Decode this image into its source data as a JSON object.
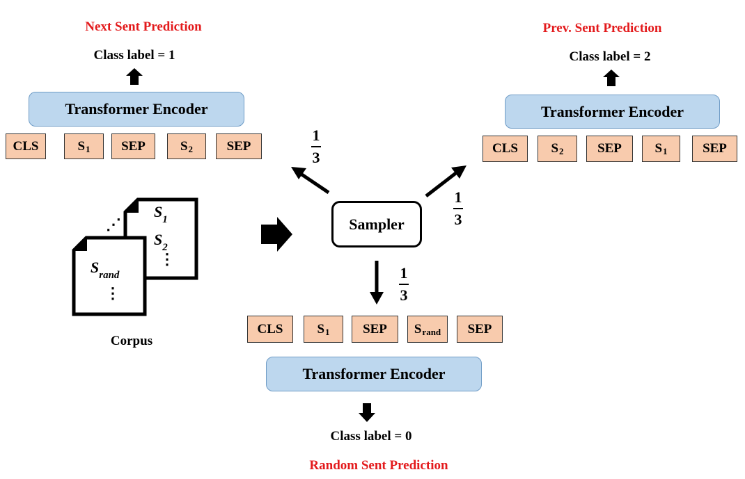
{
  "titles": {
    "next": "Next Sent Prediction",
    "prev": "Prev. Sent Prediction",
    "random": "Random Sent Prediction"
  },
  "class_labels": {
    "next": "Class label = 1",
    "prev": "Class label = 2",
    "random": "Class label = 0"
  },
  "encoder_label": "Transformer Encoder",
  "sampler_label": "Sampler",
  "corpus_label": "Corpus",
  "fraction": {
    "numerator": "1",
    "denominator": "3"
  },
  "tokens": {
    "next": [
      {
        "main": "CLS",
        "sub": ""
      },
      {
        "main": "S",
        "sub": "1"
      },
      {
        "main": "SEP",
        "sub": ""
      },
      {
        "main": "S",
        "sub": "2"
      },
      {
        "main": "SEP",
        "sub": ""
      }
    ],
    "prev": [
      {
        "main": "CLS",
        "sub": ""
      },
      {
        "main": "S",
        "sub": "2"
      },
      {
        "main": "SEP",
        "sub": ""
      },
      {
        "main": "S",
        "sub": "1"
      },
      {
        "main": "SEP",
        "sub": ""
      }
    ],
    "random": [
      {
        "main": "CLS",
        "sub": ""
      },
      {
        "main": "S",
        "sub": "1"
      },
      {
        "main": "SEP",
        "sub": ""
      },
      {
        "main": "S",
        "sub": "rand"
      },
      {
        "main": "SEP",
        "sub": ""
      }
    ]
  },
  "docs": {
    "back": {
      "s1_main": "S",
      "s1_sub": "1",
      "s2_main": "S",
      "s2_sub": "2",
      "vdots": "⋮"
    },
    "front": {
      "srand_main": "S",
      "srand_sub": "rand",
      "vdots": "⋮"
    },
    "between": "⋰"
  },
  "colors": {
    "title_red": "#e31a1c",
    "encoder_fill": "#bdd7ee",
    "encoder_border": "#6f9cc6",
    "token_fill": "#f8cbad"
  }
}
